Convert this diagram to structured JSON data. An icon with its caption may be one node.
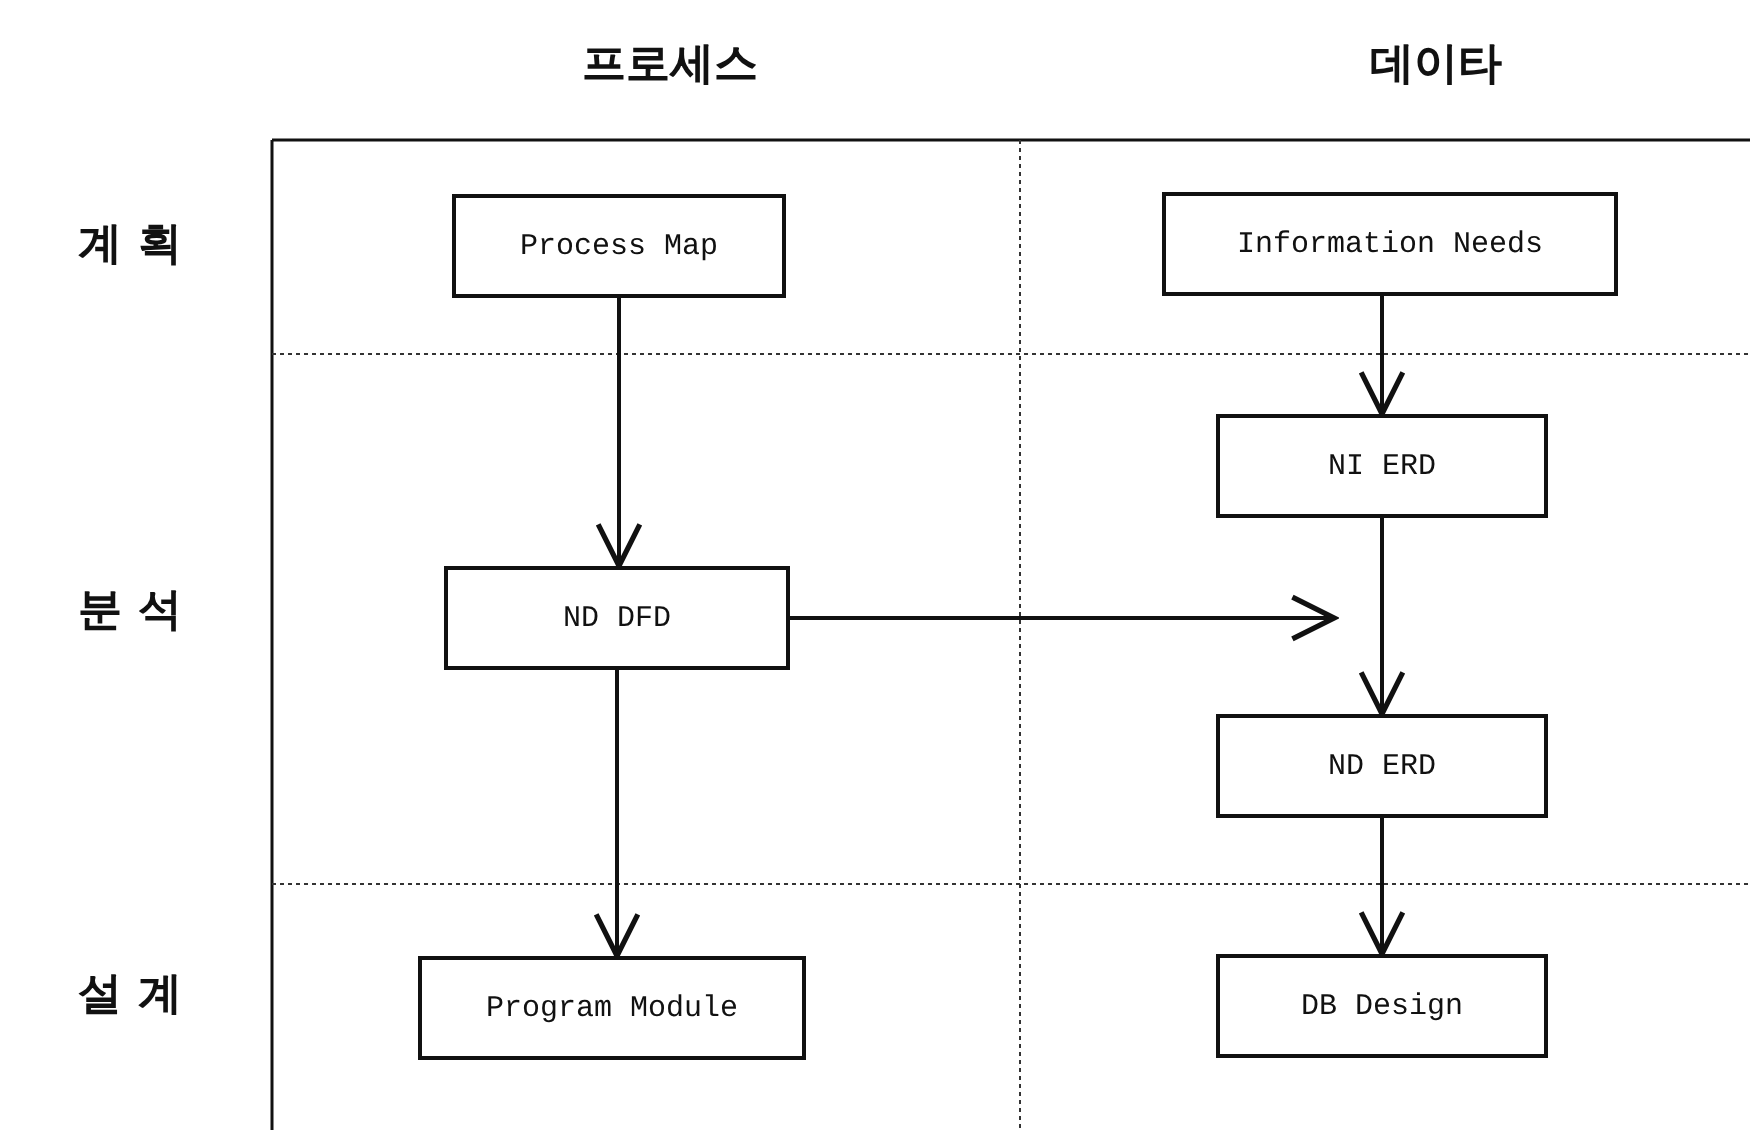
{
  "diagram": {
    "nodes": [
      {
        "text": [
          "Process Map"
        ]
      },
      {
        "text": [
          "Information Needs"
        ]
      },
      {
        "text": [
          "NI ERD"
        ]
      },
      {
        "text": [
          "ND DFD"
        ]
      },
      {
        "text": [
          "ND ERD"
        ]
      },
      {
        "text": [
          "Program Module"
        ]
      },
      {
        "text": [
          "DB Design"
        ]
      }
    ],
    "edges": [
      {
        "from": 0,
        "to": 3,
        "arrow": "to"
      },
      {
        "from": 1,
        "to": 2,
        "arrow": "to"
      },
      {
        "from": 2,
        "to": 4,
        "arrow": "to"
      },
      {
        "from": 3,
        "to": null,
        "arrow": "to"
      },
      {
        "from": 3,
        "to": 5,
        "arrow": "to"
      },
      {
        "from": 4,
        "to": 6,
        "arrow": "to"
      }
    ],
    "labels": [
      "프로세스",
      "데이타",
      "계 획",
      "분 석",
      "설 계"
    ]
  }
}
